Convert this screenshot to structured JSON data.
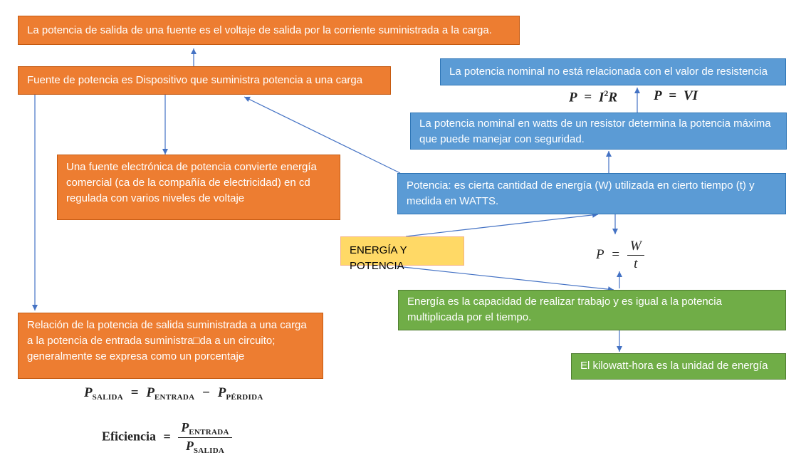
{
  "boxes": {
    "output_power_def": "La potencia de salida de una fuente es el voltaje de salida por la corriente suministrada a la carga.",
    "power_supply_def": "Fuente de potencia es Dispositivo que suministra potencia a una carga",
    "electronic_supply": "Una fuente electrónica de potencia convierte energía comercial (ca de la compañía de electricidad) en cd regulada con varios niveles de voltaje",
    "efficiency_def": "Relación de la potencia de salida suministrada a una carga a la potencia de entrada suministra□da a un circuito; generalmente se expresa como un porcentaje",
    "nominal_unrelated": "La potencia nominal no está relacionada con el valor de resistencia",
    "nominal_watts": "La potencia nominal en watts de un resistor determina la potencia máxima que puede manejar con seguridad.",
    "power_def": "Potencia: es cierta cantidad de energía (W) utilizada en cierto tiempo (t) y medida en WATTS.",
    "central_topic": "ENERGÍA Y POTENCIA",
    "energy_def": "Energía es la capacidad de realizar trabajo y es igual a la potencia multiplicada por el tiempo.",
    "kwh_unit": "El kilowatt-hora es la unidad de energía"
  },
  "formulas": {
    "power_resistance": {
      "lhs": "P",
      "eq": "=",
      "i": "I",
      "exp": "2",
      "r": "R"
    },
    "power_vi": {
      "lhs": "P",
      "eq": "=",
      "rhs": "VI"
    },
    "power_energy_time": {
      "lhs": "P",
      "eq": "=",
      "num": "W",
      "den": "t"
    },
    "output_loss": {
      "p": "P",
      "sub_out": "SALIDA",
      "eq": "=",
      "sub_in": "ENTRADA",
      "minus": "−",
      "sub_loss": "PÉRDIDA"
    },
    "efficiency": {
      "label": "Eficiencia",
      "eq": "=",
      "p": "P",
      "sub_num": "ENTRADA",
      "sub_den": "SALIDA"
    }
  },
  "colors": {
    "orange": "#ed7d31",
    "blue": "#5b9bd5",
    "green": "#70ad47",
    "yellow": "#ffd966",
    "arrow": "#4472c4"
  }
}
